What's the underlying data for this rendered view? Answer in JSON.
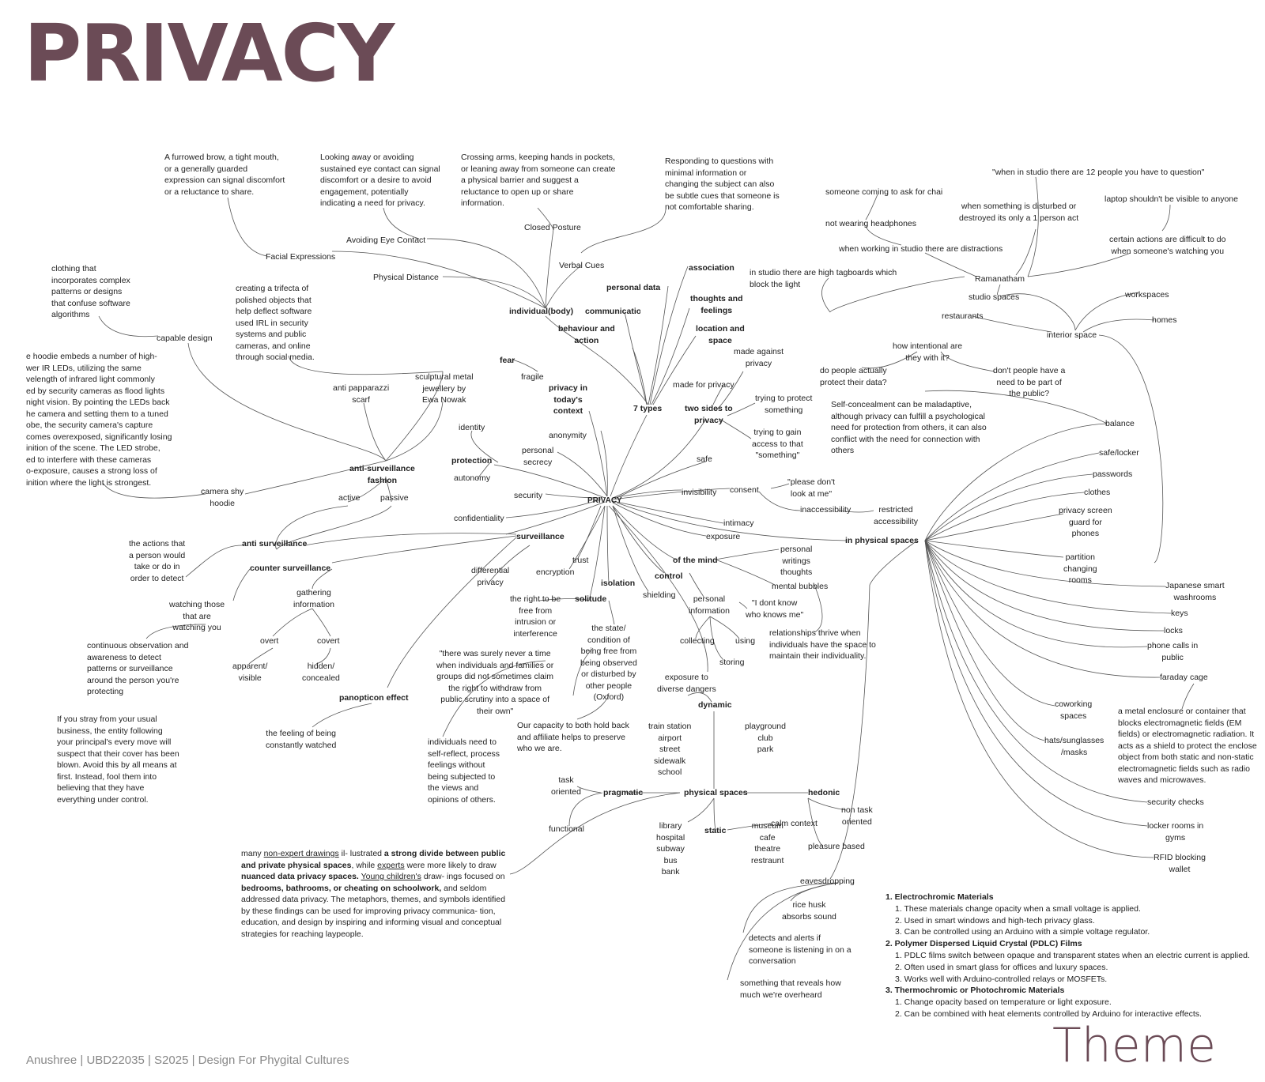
{
  "title": "PRIVACY",
  "footer": "Anushree | UBD22035 | S2025 | Design For Phygital Cultures",
  "theme_label": "Theme",
  "colors": {
    "title": "#6b4b56",
    "lines": "#555555",
    "text": "#222222"
  },
  "nodes": {
    "n_furrowed": "A furrowed brow, a tight mouth,\nor a generally guarded\nexpression can signal discomfort\nor a reluctance to share.",
    "n_looking_away": "Looking away or avoiding\nsustained eye contact can signal\ndiscomfort or a desire to avoid\nengagement, potentially\nindicating a need for privacy.",
    "n_crossing_arms": "Crossing arms, keeping hands in pockets,\nor leaning away from someone can create\na physical barrier and suggest a\nreluctance to open up or share\ninformation.",
    "n_responding": "Responding to questions with\nminimal information or\nchanging the subject can also\nbe subtle cues that someone is\nnot comfortable sharing.",
    "n_facial": "Facial Expressions",
    "n_avoid_eye": "Avoiding Eye Contact",
    "n_closed_posture": "Closed Posture",
    "n_verbal": "Verbal Cues",
    "n_phys_distance": "Physical Distance",
    "n_individual": "individual(body)",
    "n_communication": "communication",
    "n_personal_data": "personal data",
    "n_association": "association",
    "n_thoughts_feelings": "thoughts and\nfeelings",
    "n_behaviour": "behaviour and\naction",
    "n_location_space": "location and\nspace",
    "n_fear": "fear",
    "n_fragile": "fragile",
    "n_privacy_today": "privacy in\ntoday's\ncontext",
    "n_7types": "7 types",
    "n_made_against": "made against\nprivacy",
    "n_made_for": "made for privacy",
    "n_two_sides": "two sides to\nprivacy",
    "n_trying_protect": "trying to protect\nsomething",
    "n_trying_gain": "trying to gain\naccess to that\n\"something\"",
    "n_safe": "safe",
    "n_clothing": "clothing that\nincorporates complex\npatterns or designs\nthat confuse software\nalgorithms",
    "n_capable": "capable design",
    "n_trifecta": "creating a trifecta of\npolished objects that\nhelp deflect software\nused IRL in security\nsystems and public\ncameras, and online\nthrough social media.",
    "n_hoodie_text": "e hoodie embeds a number of high-\nwer IR LEDs, utilizing the same\nvelength of infrared light commonly\ned by security cameras as flood lights\nnight vision. By pointing the LEDs back\nhe camera and setting them to a tuned\nobe, the security camera's capture\ncomes overexposed, significantly losing\ninition of the scene. The LED strobe,\ned to interfere with these cameras\no-exposure, causes a strong loss of\ninition where the light is strongest.",
    "n_anti_pap": "anti papparazzi\nscarf",
    "n_sculptural": "sculptural metal\njewellery by\nEwa Nowak",
    "n_camera_shy": "camera shy\nhoodie",
    "n_anti_fashion": "anti-surveillance\nfashion",
    "n_active": "active",
    "n_passive": "passive",
    "n_identity": "identity",
    "n_protection": "protection",
    "n_autonomy": "autonomy",
    "n_anonymity": "anonymity",
    "n_personal_secrecy": "personal\nsecrecy",
    "n_security": "security",
    "n_confidentiality": "confidentiality",
    "n_privacy_root": "PRIVACY",
    "n_surveillance": "surveillance",
    "n_anti_surv": "anti surveillance",
    "n_actions": "the actions that\na person would\ntake or do in\norder to detect",
    "n_counter": "counter surveillance",
    "n_gathering": "gathering\ninformation",
    "n_watching": "watching those\nthat are\nwatching you",
    "n_overt": "overt",
    "n_covert": "covert",
    "n_apparent": "apparent/\nvisible",
    "n_hidden": "hidden/\nconcealed",
    "n_continuous": "continuous observation and\nawareness to detect\npatterns or surveillance\naround the person you're\nprotecting",
    "n_stray": "If you stray from your usual\nbusiness, the entity following\nyour principal's every move will\nsuspect that their cover has been\nblown. Avoid this by all means at\nfirst. Instead, fool them into\nbelieving that they have\neverything under control.",
    "n_panopticon": "panopticon effect",
    "n_feeling_watched": "the feeling of being\nconstantly watched",
    "n_differential": "differential\nprivacy",
    "n_trust": "trust",
    "n_encryption": "encryption",
    "n_isolation": "isolation",
    "n_solitude": "solitude",
    "n_right_free": "the right to be\nfree from\nintrusion or\ninterference",
    "n_state_condition": "the state/\ncondition of\nbeing free from\nbeing observed\nor disturbed by\nother people\n(Oxford)",
    "n_there_was": "\"there was surely never a time\nwhen individuals and families or\ngroups did not sometimes claim\nthe right to withdraw from\npublic scrutiny into a space of\ntheir own\"",
    "n_individuals_need": "individuals need to\nself-reflect, process\nfeelings without\nbeing subjected to\nthe views and\nopinions of others.",
    "n_capacity": "Our capacity to both hold back\nand affiliate helps to preserve\nwho we are.",
    "n_of_mind": "of the mind",
    "n_control": "control",
    "n_shielding": "shielding",
    "n_personal_writings": "personal\nwritings\nthoughts",
    "n_mental_bubbles": "mental bubbles",
    "n_personal_info": "personal\ninformation",
    "n_i_dont_know": "\"I dont know\nwho knows me\"",
    "n_collecting": "collecting",
    "n_using": "using",
    "n_storing": "storing",
    "n_relationships": "relationships thrive when\nindividuals have the space to\nmaintain their individuality.",
    "n_invisibility": "invisibility",
    "n_consent": "consent",
    "n_please_dont": "\"please don't\nlook at me\"",
    "n_inaccessibility": "inaccessibility",
    "n_restricted": "restricted\naccessibility",
    "n_intimacy": "intimacy",
    "n_exposure": "exposure",
    "n_in_physical": "in physical spaces",
    "n_exposure_dangers": "exposure to\ndiverse dangers",
    "n_dynamic": "dynamic",
    "n_train": "train station\nairport\nstreet\nsidewalk\nschool",
    "n_playground": "playground\nclub\npark",
    "n_task": "task\noriented",
    "n_pragmatic": "pragmatic",
    "n_physical_spaces": "physical spaces",
    "n_hedonic": "hedonic",
    "n_functional": "functional",
    "n_non_task": "non task\noriented",
    "n_library": "library\nhospital\nsubway\nbus\nbank",
    "n_static": "static",
    "n_museum": "museum\ncafe\ntheatre\nrestraunt",
    "n_calm": "calm context",
    "n_pleasure": "pleasure based",
    "n_eavesdropping": "eavesdropping",
    "n_rice_husk": "rice husk\nabsorbs sound",
    "n_detects": "detects and alerts if\nsomeone is listening in on a\nconversation",
    "n_something_reveals": "something that reveals how\nmuch we're overheard",
    "n_when_studio": "\"when in studio there are 12 people you have to question\"",
    "n_someone_chai": "someone coming to ask for chai",
    "n_when_disturbed": "when something is disturbed or\ndestroyed its only a 1 person act",
    "n_laptop": "laptop shouldn't be visible to anyone",
    "n_not_headphones": "not wearing headphones",
    "n_certain_actions": "certain actions are difficult to do\nwhen someone's watching you",
    "n_distractions": "when working in studio there are distractions",
    "n_tagboards": "in studio there are high tagboards which\nblock the light",
    "n_ramanatham": "Ramanatham",
    "n_studio_spaces": "studio spaces",
    "n_workspaces": "workspaces",
    "n_restaurants": "restaurants",
    "n_homes": "homes",
    "n_interior": "interior space",
    "n_how_intentional": "how intentional are\nthey with it?",
    "n_do_people": "do people actually\nprotect their data?",
    "n_dont_people": "don't people have a\nneed to be part of\nthe public?",
    "n_self_concealment": "Self-concealment can be maladaptive,\nalthough privacy can fulfill a psychological\nneed for protection from others, it can also\nconflict with the need for connection with\nothers",
    "n_balance": "balance",
    "n_safe_locker": "safe/locker",
    "n_passwords": "passwords",
    "n_clothes": "clothes",
    "n_privacy_screen": "privacy screen\nguard for\nphones",
    "n_partition": "partition\nchanging\nrooms",
    "n_japanese": "Japanese smart\nwashrooms",
    "n_keys": "keys",
    "n_locks": "locks",
    "n_phone_calls": "phone calls in\npublic",
    "n_faraday": "faraday cage",
    "n_coworking": "coworking\nspaces",
    "n_hats": "hats/sunglasses\n/masks",
    "n_metal_enclosure": "a metal enclosure or container that\nblocks electromagnetic fields (EM\nfields) or electromagnetic radiation. It\nacts as a shield to protect the enclose\nobject from both static and non-static\nelectromagnetic fields such as radio\nwaves and microwaves.",
    "n_security_checks": "security checks",
    "n_locker_rooms": "locker rooms in\ngyms",
    "n_rfid": "RFID blocking\nwallet"
  },
  "quote_block": {
    "p1": "many ",
    "u1": "non-expert drawings",
    "p2": " il- lustrated ",
    "b1": "a strong divide between public and private physical spaces",
    "p3": ", while ",
    "u2": "experts",
    "p4": " were more likely to draw ",
    "b2": "nuanced data privacy spaces.",
    "p5": " ",
    "u3": "Young children's",
    "p6": " draw- ings focused on ",
    "b3": "bedrooms, bathrooms, or cheating on schoolwork,",
    "p7": " and seldom addressed data privacy. The metaphors, themes, and symbols identified by these findings can be used for improving privacy communica- tion, education, and design by inspiring and informing visual and conceptual strategies for reaching laypeople."
  },
  "materials": [
    {
      "heading": "1. Electrochromic Materials",
      "items": [
        "1. These materials change opacity when a small voltage is applied.",
        "2. Used in smart windows and high-tech privacy glass.",
        "3. Can be controlled using an Arduino with a simple voltage regulator."
      ]
    },
    {
      "heading": "2. Polymer Dispersed Liquid Crystal (PDLC) Films",
      "items": [
        "1. PDLC films switch between opaque and transparent states when an electric current is applied.",
        "2. Often used in smart glass for offices and luxury spaces.",
        "3. Works well with Arduino-controlled relays or MOSFETs."
      ]
    },
    {
      "heading": "3. Thermochromic or Photochromic Materials",
      "items": [
        "1. Change opacity based on temperature or light exposure.",
        "2. Can be combined with heat elements controlled by Arduino for interactive effects."
      ]
    }
  ]
}
